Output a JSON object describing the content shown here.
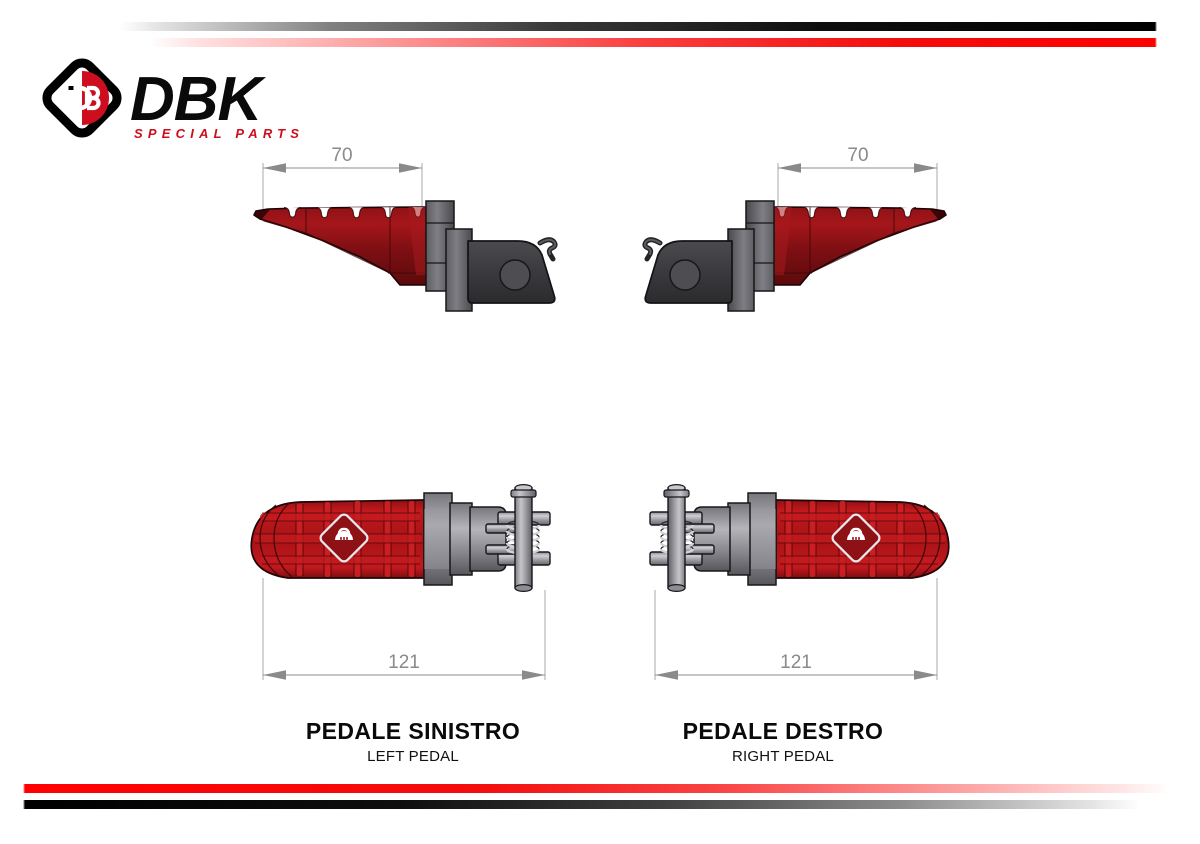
{
  "document": {
    "brand": {
      "name": "DBK",
      "tagline": "SPECIAL PARTS",
      "monogram": "DB",
      "logo_black": "#000000",
      "logo_red": "#cc0e1e"
    },
    "colors": {
      "stripe_black": "#000000",
      "stripe_red": "#ff0000",
      "pedal_red_light": "#c0181c",
      "pedal_red_mid": "#9d1014",
      "pedal_red_dark": "#6b0d0d",
      "bracket_dark": "#3a3a3c",
      "bracket_mid": "#6e6e72",
      "bracket_light": "#b9b9bd",
      "dimension_gray": "#8a8a8a",
      "background": "#ffffff"
    }
  },
  "views": [
    {
      "id": "left-side",
      "name": "Left pedal side elevation",
      "dimension": {
        "value": "70",
        "unit": "mm",
        "placement": "top"
      }
    },
    {
      "id": "right-side",
      "name": "Right pedal side elevation",
      "dimension": {
        "value": "70",
        "unit": "mm",
        "placement": "top"
      }
    },
    {
      "id": "left-plan",
      "name": "Left pedal plan view",
      "dimension": {
        "value": "121",
        "unit": "mm",
        "placement": "bottom"
      }
    },
    {
      "id": "right-plan",
      "name": "Right pedal plan view",
      "dimension": {
        "value": "121",
        "unit": "mm",
        "placement": "bottom"
      }
    }
  ],
  "dimensions": {
    "side_left": "70",
    "side_right": "70",
    "plan_left": "121",
    "plan_right": "121"
  },
  "captions": {
    "left": {
      "italian": "PEDALE SINISTRO",
      "english": "LEFT PEDAL"
    },
    "right": {
      "italian": "PEDALE DESTRO",
      "english": "RIGHT PEDAL"
    }
  }
}
